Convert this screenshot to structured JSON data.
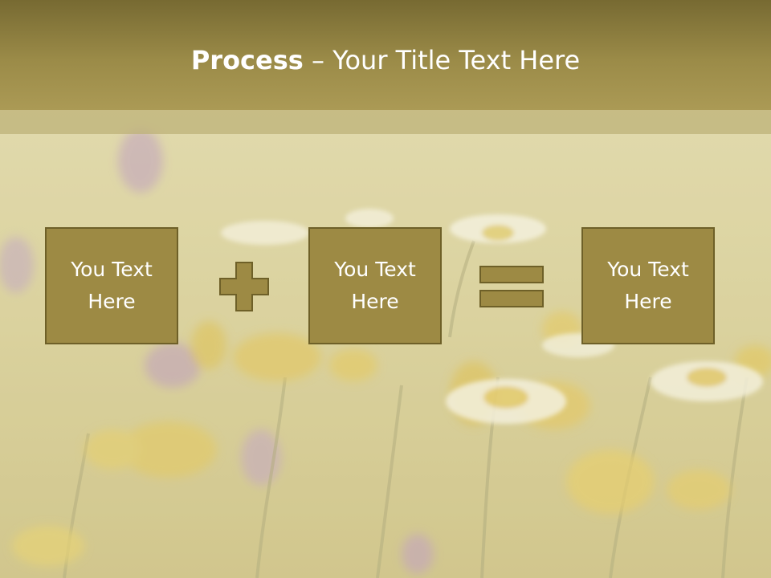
{
  "slide": {
    "title_bold": "Process",
    "title_separator": " – ",
    "title_rest": "Your Title Text Here"
  },
  "boxes": [
    {
      "label": "You Text Here"
    },
    {
      "label": "You Text Here"
    },
    {
      "label": "You Text Here"
    }
  ],
  "operators": [
    "plus",
    "equals"
  ],
  "colors": {
    "title_bar": "#9b8b48",
    "box_fill": "#9d8a44",
    "box_border": "#6e6028",
    "text": "#ffffff"
  }
}
